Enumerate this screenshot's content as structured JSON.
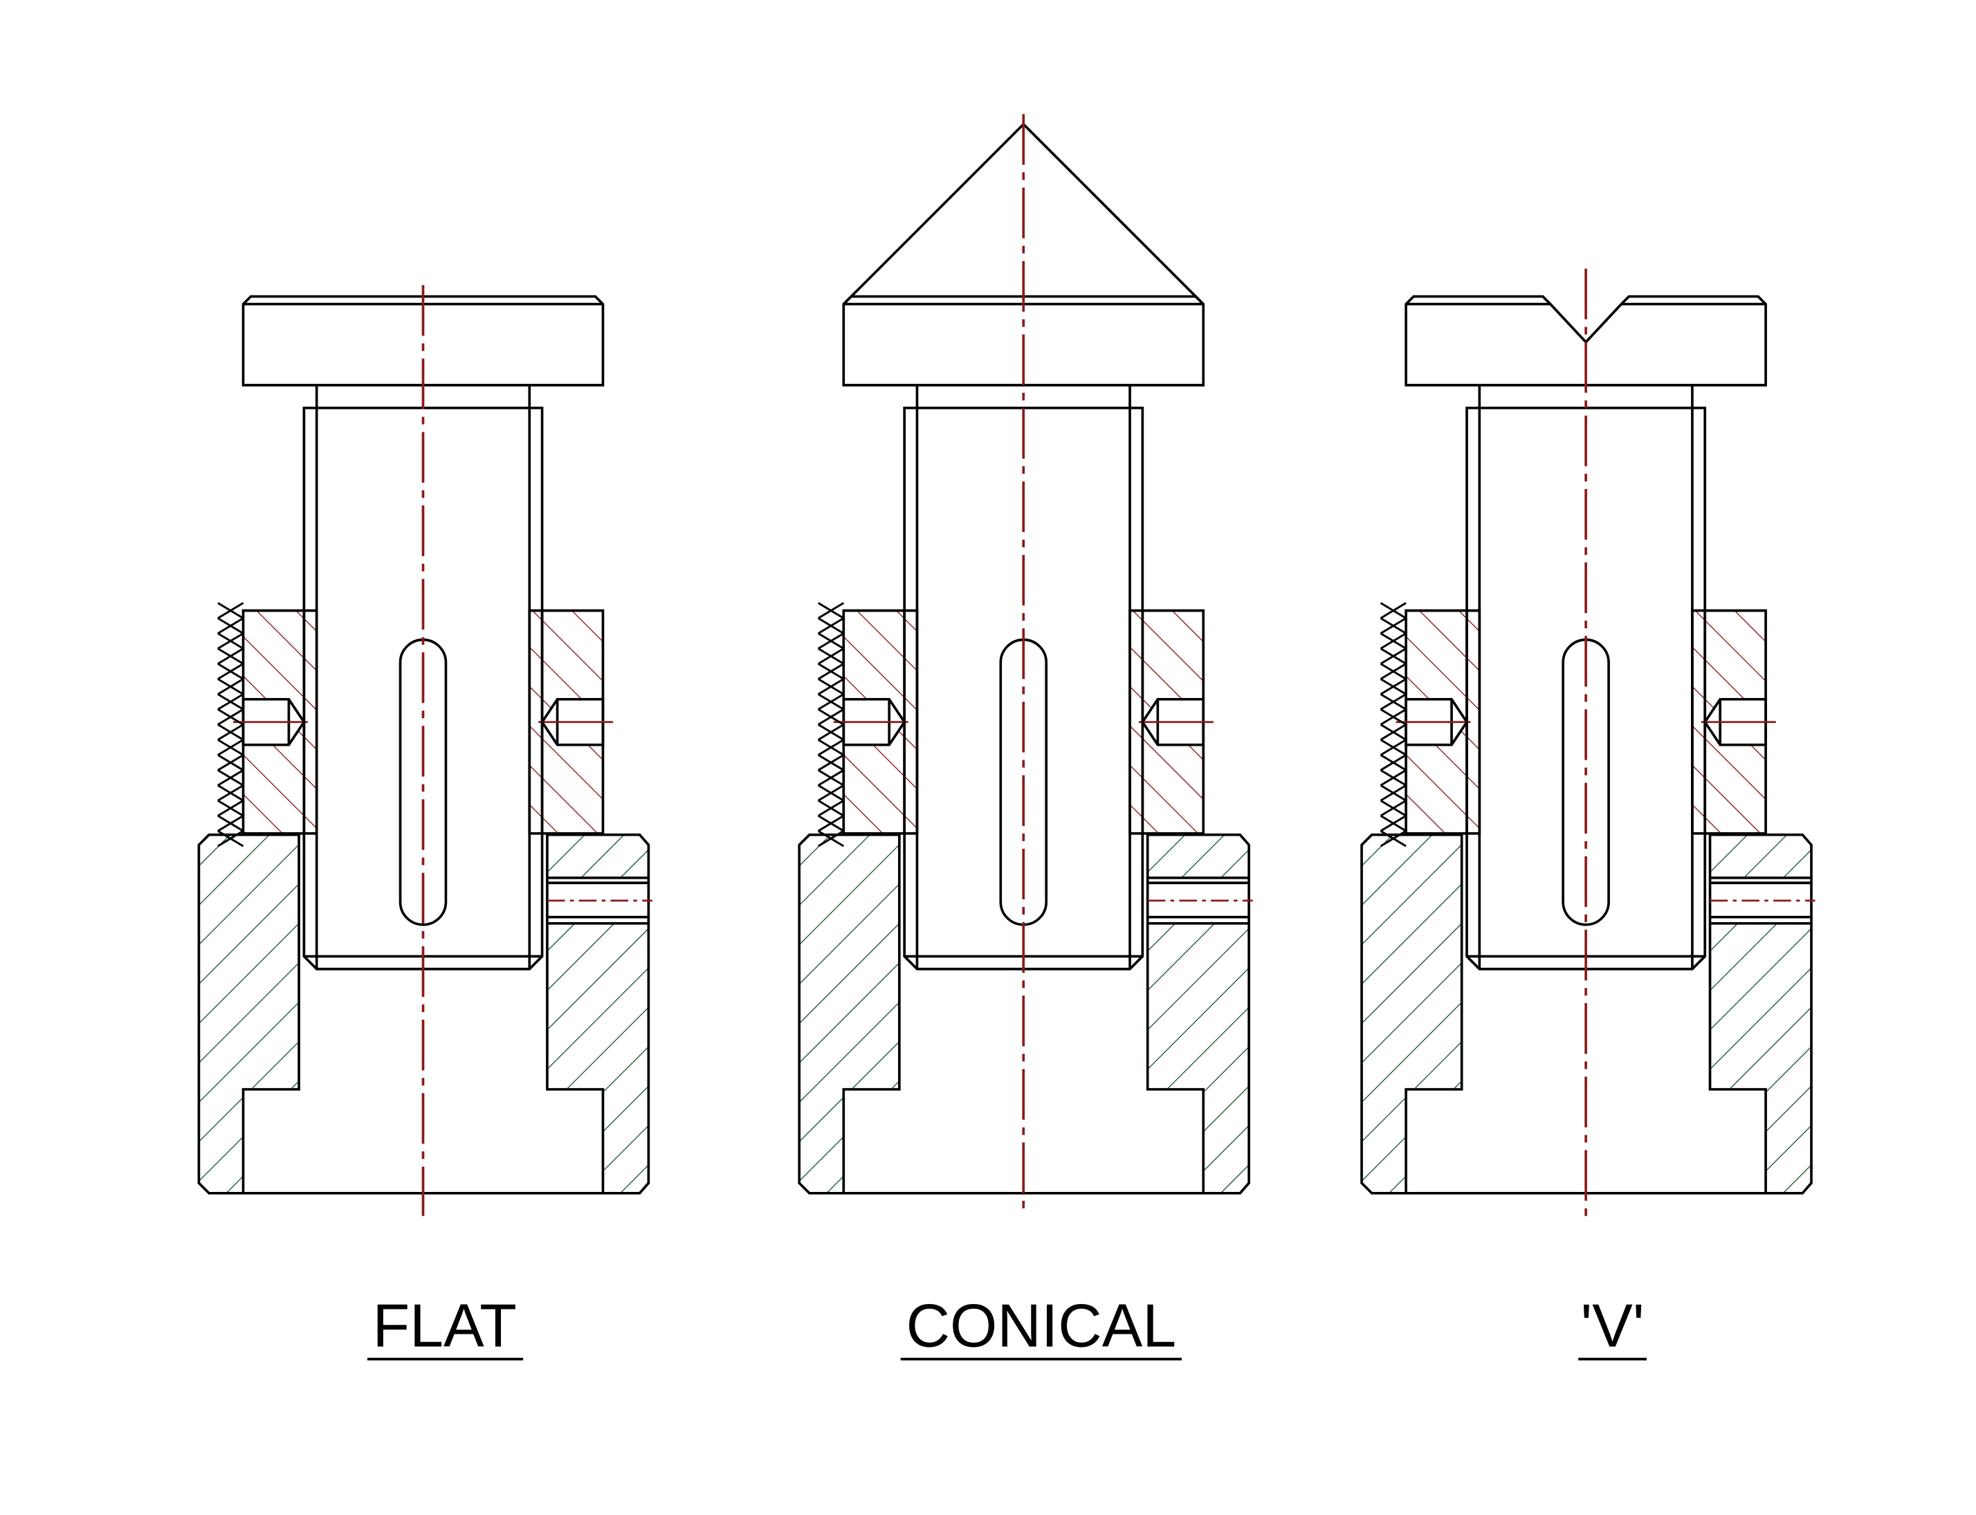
{
  "variants": [
    {
      "key": "flat",
      "label": "FLAT",
      "tip": "flat"
    },
    {
      "key": "conical",
      "label": "CONICAL",
      "tip": "conical"
    },
    {
      "key": "v",
      "label": "'V'",
      "tip": "v"
    }
  ],
  "colors": {
    "outline": "#000000",
    "centerline": "#8b1a1a",
    "collar_hatch": "#8b1a1a",
    "body_hatch": "#1f5a36",
    "background": "#ffffff"
  }
}
